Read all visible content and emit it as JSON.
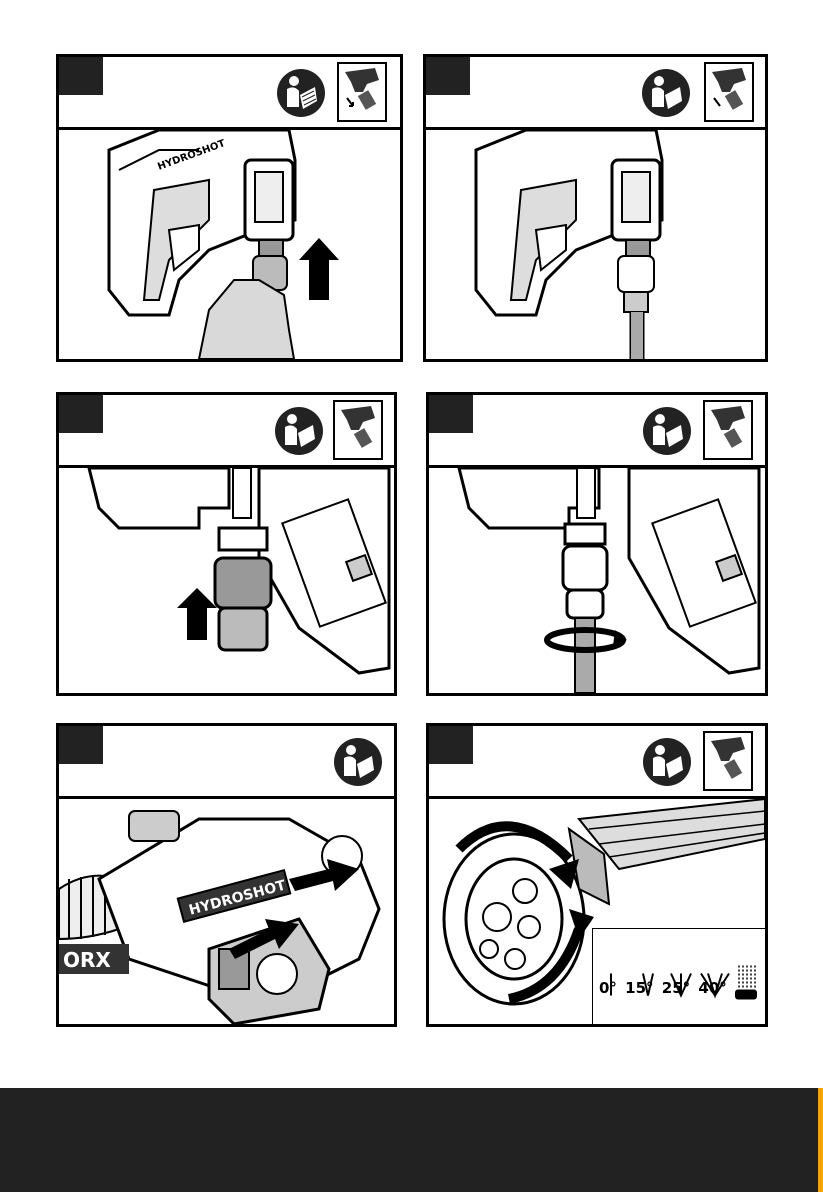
{
  "panels": [
    {
      "id": "p1",
      "has_tool_icon": true
    },
    {
      "id": "p2",
      "has_tool_icon": true
    },
    {
      "id": "p3",
      "has_tool_icon": true
    },
    {
      "id": "p4",
      "has_tool_icon": true
    },
    {
      "id": "p5",
      "has_tool_icon": false,
      "brand_marks": [
        "HYDROSHOT",
        "WORX"
      ]
    },
    {
      "id": "p6",
      "has_tool_icon": true
    }
  ],
  "panel1": {
    "brand_text": "HYDROSHOT"
  },
  "panel5": {
    "brand_text": "HYDROSHOT",
    "logo_text": "ORX"
  },
  "spray_angles": {
    "labels": [
      "0°",
      "15°",
      "25°",
      "40°"
    ]
  },
  "colors": {
    "number_badge": "#222222",
    "footer": "#222222",
    "accent_stripe": "#f5a300"
  },
  "icons": [
    "read-manual-icon",
    "tool-diagram-icon",
    "up-arrow-icon",
    "rotate-arrow-icon"
  ]
}
